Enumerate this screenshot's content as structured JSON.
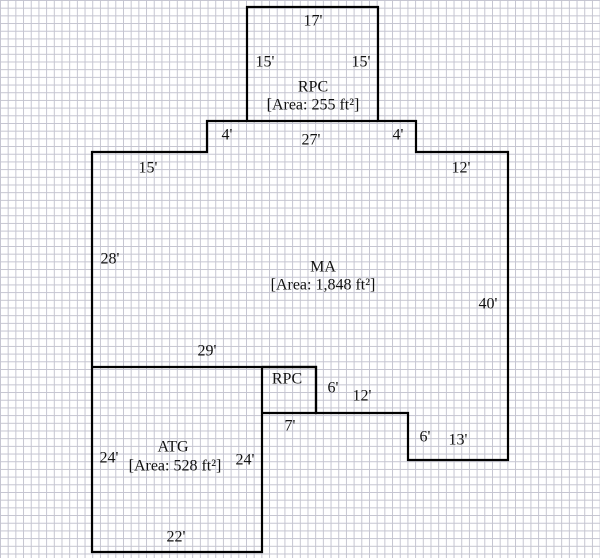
{
  "areas": {
    "rpc_top": {
      "name": "RPC",
      "area": "[Area: 255 ft²]"
    },
    "ma": {
      "name": "MA",
      "area": "[Area: 1,848 ft²]"
    },
    "rpc_small": {
      "name": "RPC"
    },
    "atg": {
      "name": "ATG",
      "area": "[Area: 528 ft²]"
    }
  },
  "dimensions": {
    "rpc_top_width": "17'",
    "rpc_top_left": "15'",
    "rpc_top_right": "15'",
    "step_left": "4'",
    "ma_top_mid": "27'",
    "step_right": "4'",
    "ma_top_left": "15'",
    "ma_top_right": "12'",
    "ma_left": "28'",
    "ma_right": "40'",
    "ma_bottom_left": "29'",
    "rpc_small_right": "6'",
    "rpc_small_bottom": "7'",
    "ma_bottom_mid": "12'",
    "ma_step_down": "6'",
    "ma_bottom_right": "13'",
    "atg_left": "24'",
    "atg_right": "24'",
    "atg_bottom": "22'"
  },
  "colors": {
    "wall": "#000000",
    "grid": "#c4c4d0"
  }
}
